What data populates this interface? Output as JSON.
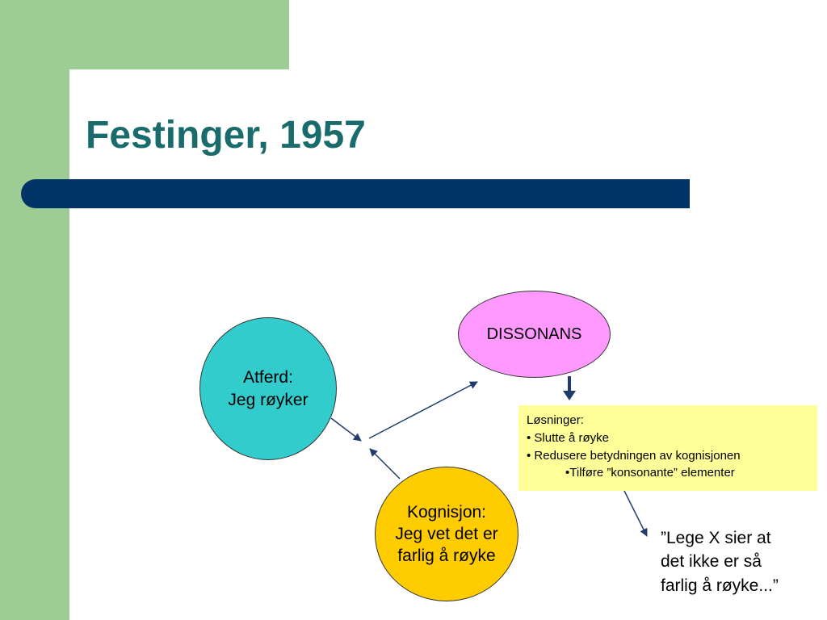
{
  "slide": {
    "title": "Festinger, 1957"
  },
  "diagram": {
    "atferd": "Atferd:\nJeg røyker",
    "dissonans": "DISSONANS",
    "kognisjon": "Kognisjon:\nJeg vet det er\nfarlig å røyke",
    "losninger": {
      "heading": "Løsninger:",
      "items": [
        "• Slutte å røyke",
        "• Redusere betydningen av kognisjonen"
      ],
      "subitem": "•Tilføre ”konsonante” elementer"
    },
    "quote": "”Lege X sier at\ndet ikke er så\nfarlig å røyke...”"
  },
  "colors": {
    "background": "#ffffff",
    "green_band": "#9dcd94",
    "title_text": "#1a6b6b",
    "title_bar": "#003366",
    "atferd_fill": "#33cccc",
    "dissonans_fill": "#ff99ff",
    "kognisjon_fill": "#ffcc00",
    "solutions_fill": "#ffff99",
    "arrow_color": "#1f3c6b"
  },
  "icons": {
    "arrows": "arrow-right-icon"
  }
}
